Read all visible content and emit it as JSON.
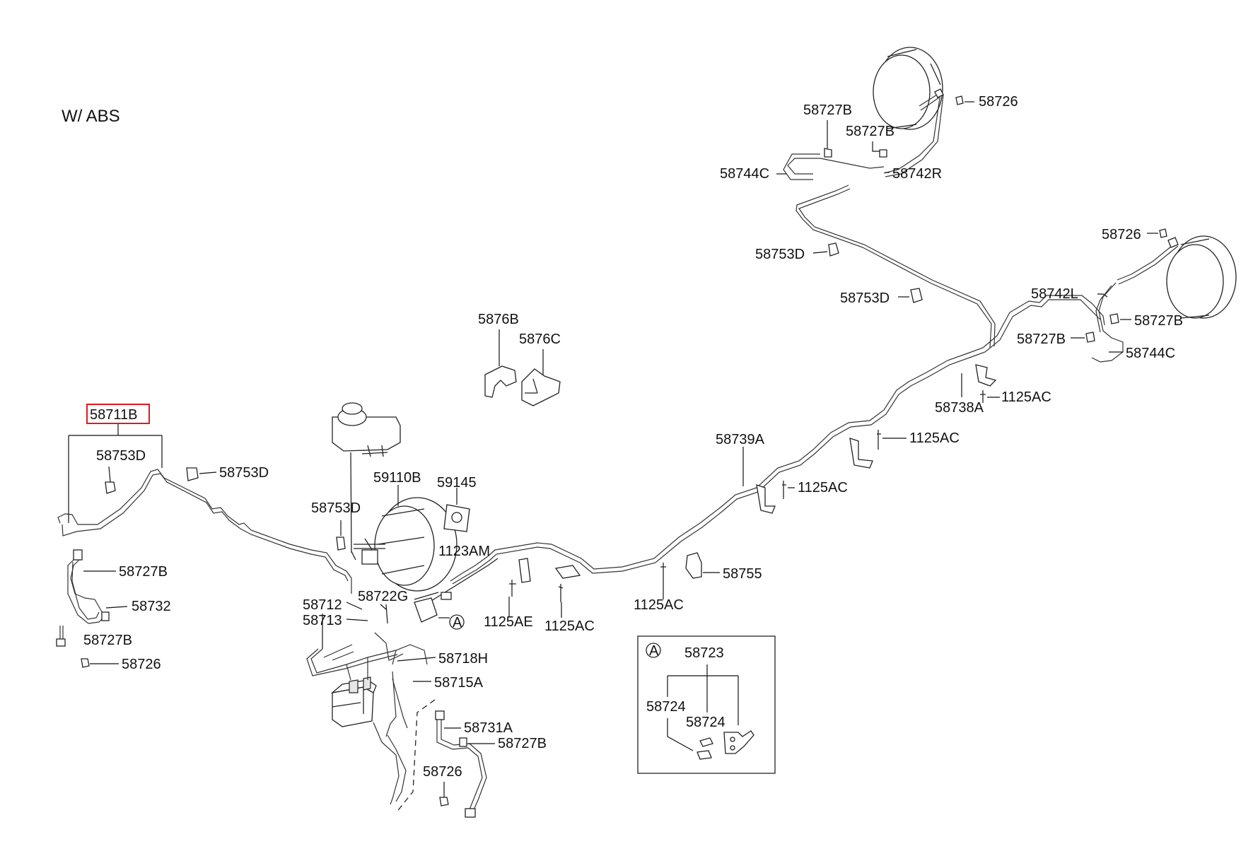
{
  "header": {
    "title": "W/ ABS"
  },
  "colors": {
    "highlight": "#e0191d",
    "line": "#222222"
  },
  "callout": {
    "marker": "A"
  },
  "labels": {
    "p58711B": "58711B",
    "p58753D_a": "58753D",
    "p58753D_b": "58753D",
    "p58753D_c": "58753D",
    "p58753D_d": "58753D",
    "p58753D_e": "58753D",
    "p58727B_a": "58727B",
    "p58727B_b": "58727B",
    "p58727B_c": "58727B",
    "p58727B_d": "58727B",
    "p58727B_e": "58727B",
    "p58727B_f": "58727B",
    "p58732": "58732",
    "p58726_a": "58726",
    "p58726_b": "58726",
    "p58726_c": "58726",
    "p58726_d": "58726",
    "p58712": "58712",
    "p58713": "58713",
    "p58722G": "58722G",
    "p59110B": "59110B",
    "p59145": "59145",
    "p1123AM": "1123AM",
    "p58718H": "58718H",
    "p58715A": "58715A",
    "p58731A": "58731A",
    "p5876B": "5876B",
    "p5876C": "5876C",
    "p1125AE": "1125AE",
    "p1125AC_a": "1125AC",
    "p1125AC_b": "1125AC",
    "p1125AC_c": "1125AC",
    "p1125AC_d": "1125AC",
    "p1125AC_e": "1125AC",
    "p58755": "58755",
    "p58739A": "58739A",
    "p58738A": "58738A",
    "p58744C_a": "58744C",
    "p58744C_b": "58744C",
    "p58742R": "58742R",
    "p58742L": "58742L",
    "p58723": "58723",
    "p58724_a": "58724",
    "p58724_b": "58724"
  }
}
